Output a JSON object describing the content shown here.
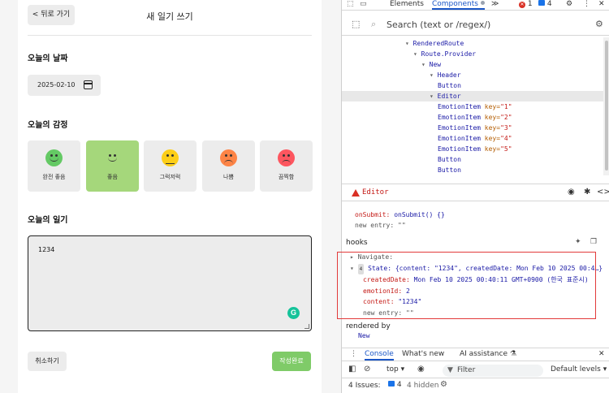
{
  "app": {
    "back_button": "< 뒤로 가기",
    "title": "새 일기 쓰기",
    "date_section": "오늘의 날짜",
    "date_value": "2025-02-10",
    "emotion_section": "오늘의 감정",
    "emotions": [
      {
        "label": "완전 좋음",
        "color": "#64c964",
        "mouth": "smile",
        "selected": false
      },
      {
        "label": "좋음",
        "color": "#a5d77b",
        "mouth": "smile",
        "selected": true
      },
      {
        "label": "그럭저럭",
        "color": "#fdce17",
        "mouth": "flat",
        "selected": false
      },
      {
        "label": "나쁨",
        "color": "#fd8446",
        "mouth": "sad",
        "selected": false
      },
      {
        "label": "끔찍함",
        "color": "#fd565f",
        "mouth": "sad",
        "selected": false
      }
    ],
    "diary_section": "오늘의 일기",
    "diary_content": "1234",
    "grammarly_badge": "G",
    "cancel_button": "취소하기",
    "submit_button": "작성완료"
  },
  "devtools": {
    "tabs": [
      "Elements",
      "Components"
    ],
    "error_count": "1",
    "message_count": "4",
    "search_placeholder": "Search (text or /regex/)",
    "tree": [
      {
        "indent": 0,
        "label": "RenderedRoute",
        "tri": "▾"
      },
      {
        "indent": 1,
        "label": "Route.Provider",
        "tri": "▾"
      },
      {
        "indent": 2,
        "label": "New",
        "tri": "▾"
      },
      {
        "indent": 3,
        "label": "Header",
        "tri": "▾"
      },
      {
        "indent": 4,
        "label": "Button",
        "tri": ""
      },
      {
        "indent": 3,
        "label": "Editor",
        "tri": "▾",
        "highlight": true
      },
      {
        "indent": 4,
        "label": "EmotionItem",
        "key": "1",
        "tri": ""
      },
      {
        "indent": 4,
        "label": "EmotionItem",
        "key": "2",
        "tri": ""
      },
      {
        "indent": 4,
        "label": "EmotionItem",
        "key": "3",
        "tri": ""
      },
      {
        "indent": 4,
        "label": "EmotionItem",
        "key": "4",
        "tri": ""
      },
      {
        "indent": 4,
        "label": "EmotionItem",
        "key": "5",
        "tri": ""
      },
      {
        "indent": 4,
        "label": "Button",
        "tri": ""
      },
      {
        "indent": 4,
        "label": "Button",
        "tri": ""
      }
    ],
    "selected_component": "Editor",
    "props": {
      "onsubmit_key": "onSubmit:",
      "onsubmit_val": "onSubmit() {}",
      "newentry_key": "new entry:",
      "newentry_val": "\"\""
    },
    "hooks_title": "hooks",
    "hooks": {
      "navigate": "Navigate:",
      "state_index": "4",
      "state_summary": "State: {content: \"1234\", createdDate: Mon Feb 10 2025 00:4…}",
      "created_key": "createdDate:",
      "created_val": "Mon Feb 10 2025 00:40:11 GMT+0900 (한국 표준시)",
      "emotion_key": "emotionId:",
      "emotion_val": "2",
      "content_key": "content:",
      "content_val": "\"1234\"",
      "newentry_key": "new entry:",
      "newentry_val": "\"\""
    },
    "rendered_by_title": "rendered by",
    "rendered_by_item": "New",
    "drawer_tabs": [
      "Console",
      "What's new",
      "AI assistance"
    ],
    "context": "top",
    "filter_placeholder": "Filter",
    "levels": "Default levels",
    "issues_label": "4 Issues:",
    "issues_count": "4",
    "hidden_label": "4 hidden"
  }
}
